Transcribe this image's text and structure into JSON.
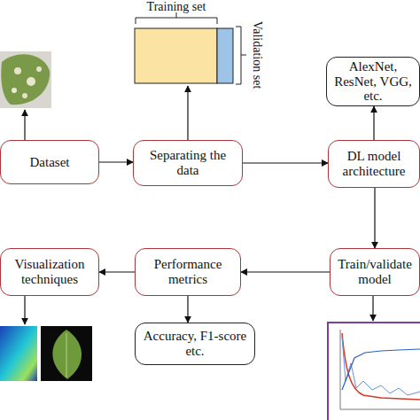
{
  "diagram": {
    "nodes": [
      {
        "text": [
          "Dataset"
        ]
      },
      {
        "text": [
          "Separating the data"
        ]
      },
      {
        "text": [
          "DL model architecture"
        ]
      },
      {
        "text": [
          "AlexNet, ResNet, VGG, etc."
        ]
      },
      {
        "text": [
          "Train/validate model"
        ]
      },
      {
        "text": [
          "Performance metrics"
        ]
      },
      {
        "text": [
          "Visualization techniques"
        ]
      },
      {
        "text": [
          "Accuracy, F1-score etc."
        ]
      }
    ],
    "edges": [
      {
        "from": 0,
        "to": 1,
        "arrow": "to"
      },
      {
        "from": 1,
        "to": 2,
        "arrow": "to"
      },
      {
        "from": 2,
        "to": 3,
        "arrow": "to"
      },
      {
        "from": 2,
        "to": 4,
        "arrow": "to"
      },
      {
        "from": 4,
        "to": 5,
        "arrow": "to"
      },
      {
        "from": 5,
        "to": 6,
        "arrow": "to"
      },
      {
        "from": 5,
        "to": 7,
        "arrow": "to"
      }
    ],
    "labels": [
      "Training set",
      "Validation set"
    ]
  }
}
